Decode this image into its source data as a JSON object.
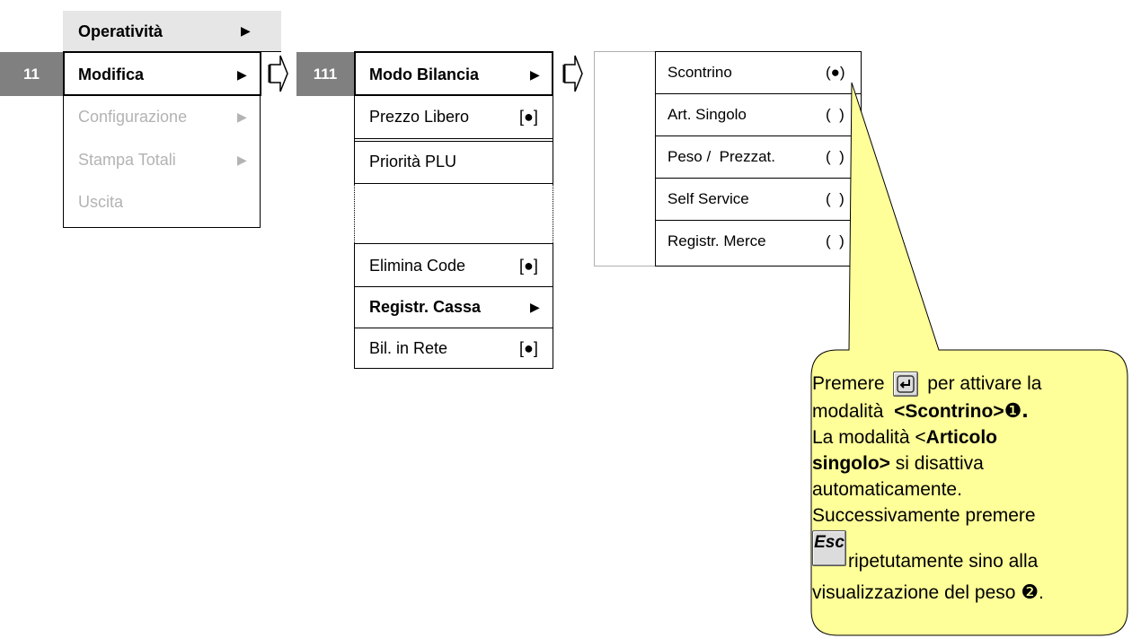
{
  "menu1": {
    "header": "Operatività",
    "number": "11",
    "items": [
      "Modifica",
      "Configurazione",
      "Stampa Totali",
      "Uscita"
    ],
    "arrow": "▶"
  },
  "menu2": {
    "number": "111",
    "items": [
      {
        "label": "Modo Bilancia",
        "marker": "▶"
      },
      {
        "label": "Prezzo Libero",
        "marker": "[●]"
      },
      {
        "label": "Priorità PLU",
        "marker": ""
      },
      {
        "label": "Elimina Code",
        "marker": "[●]"
      },
      {
        "label": "Registr. Cassa",
        "marker": "▶"
      },
      {
        "label": "Bil. in Rete",
        "marker": "[●]"
      }
    ]
  },
  "menu3": {
    "items": [
      {
        "label": "Scontrino",
        "marker": "(●)"
      },
      {
        "label": "Art. Singolo",
        "marker": "(  )"
      },
      {
        "label": "Peso /  Prezzat.",
        "marker": "(  )"
      },
      {
        "label": "Self Service",
        "marker": "(  )"
      },
      {
        "label": "Registr. Merce",
        "marker": "(  )"
      }
    ]
  },
  "callout": {
    "premere": "Premere",
    "per_attivare": "per attivare la",
    "modalita": "modalità",
    "scontrino": "<Scontrino>",
    "num1": "❶",
    "period": ".",
    "la_modalita": "La modalità <",
    "articolo": "Articolo",
    "singolo": "singolo>",
    "si_disattiva": "si disattiva",
    "automaticamente": "automaticamente.",
    "successivamente": "Successivamente premere",
    "esc_key": "Esc",
    "ripetutamente": "ripetutamente sino alla",
    "visualizzazione": "visualizzazione del peso",
    "num2": "❷",
    "end": "."
  },
  "colors": {
    "callout_fill": "#ffff99",
    "tab_grey": "#808080",
    "header_grey": "#e6e6e6",
    "disabled_text": "#b3b3b3"
  }
}
